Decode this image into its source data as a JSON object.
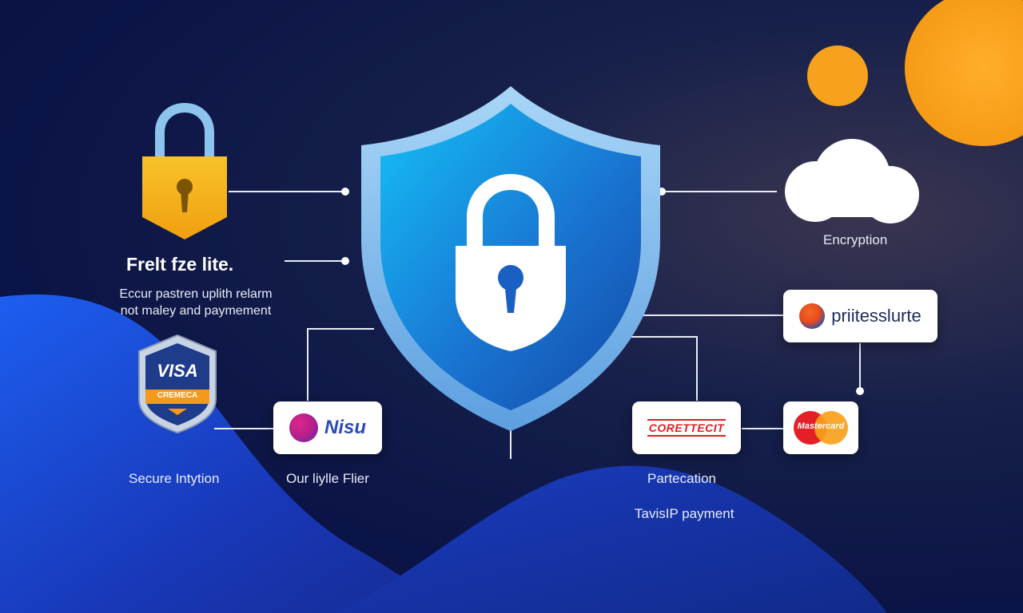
{
  "labels": {
    "title": "Frelt fze lite.",
    "description_line1": "Eccur pastren uplith relarm",
    "description_line2": "not maley and paymement",
    "secure": "Secure Intytion",
    "our_style": "Our liylle Flier",
    "encryption": "Encryption",
    "partecation": "Partecation",
    "tavisip": "TavisIP payment"
  },
  "badges": {
    "visa_top": "VISA",
    "visa_bottom": "CREMECA",
    "nisu": "Nisu",
    "corettecit": "CORETTECIT",
    "priitesslurte": "priitesslurte",
    "mastercard": "Mastercard"
  },
  "colors": {
    "background": "#0b1446",
    "wave": "#1a3fc4",
    "shield": "#1e7ad8",
    "lock_gold": "#f4b018",
    "orange": "#f7a21b",
    "mastercard_red": "#e41f26",
    "mastercard_yellow": "#f9a11b"
  },
  "icons": [
    "padlock-icon",
    "shield-icon",
    "cloud-icon",
    "visa-shield-icon",
    "nisu-logo-icon",
    "priitesslurte-logo-icon",
    "mastercard-logo-icon"
  ]
}
